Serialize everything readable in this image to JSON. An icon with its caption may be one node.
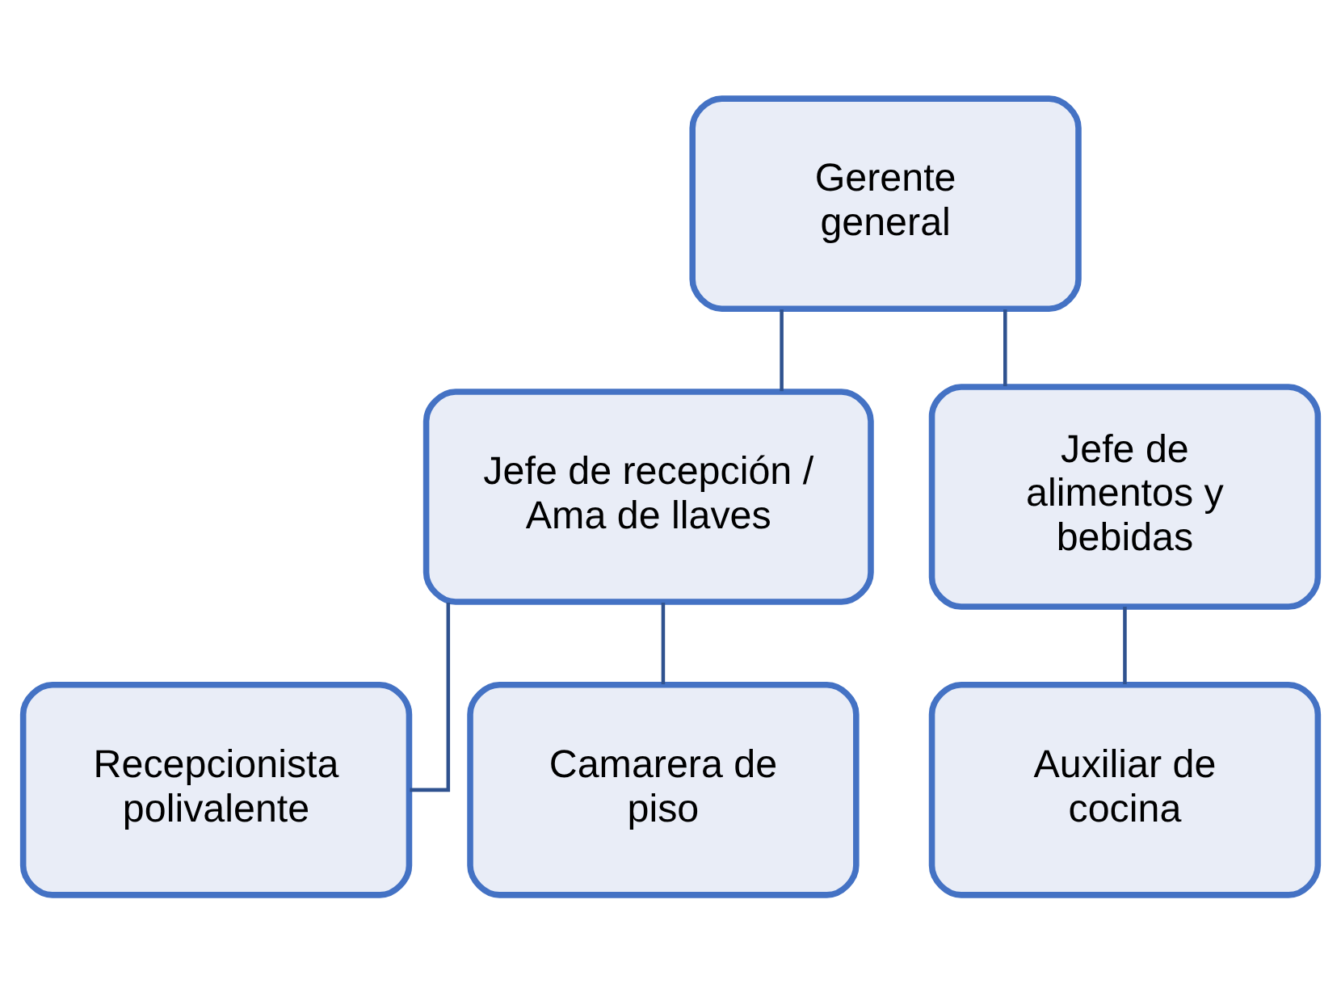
{
  "diagram": {
    "nodes": [
      {
        "text": [
          "Gerente general"
        ]
      },
      {
        "text": [
          "Jefe de recepción / Ama de llaves"
        ]
      },
      {
        "text": [
          "Jefe de alimentos y bebidas"
        ]
      },
      {
        "text": [
          "Recepcionista polivalente"
        ]
      },
      {
        "text": [
          "Camarera de piso"
        ]
      },
      {
        "text": [
          "Auxiliar de cocina"
        ]
      }
    ],
    "edges": [
      {
        "from": 0,
        "to": 1,
        "arrow": "none"
      },
      {
        "from": 0,
        "to": 2,
        "arrow": "none"
      },
      {
        "from": 1,
        "to": 3,
        "arrow": "none"
      },
      {
        "from": 1,
        "to": 4,
        "arrow": "none"
      },
      {
        "from": 2,
        "to": 5,
        "arrow": "none"
      }
    ]
  }
}
